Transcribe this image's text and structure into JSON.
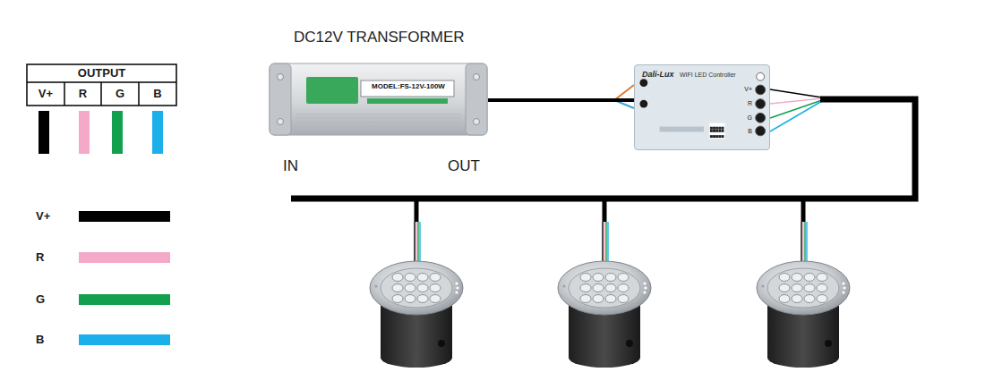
{
  "diagram": {
    "nodes": [
      {
        "text": [
          "DC12V TRANSFORMER",
          "MODEL:FS-12V-100W"
        ]
      },
      {
        "text": [
          "Dali-Lux",
          "WIFI LED Controller"
        ]
      }
    ],
    "edges": [
      {
        "from": 0,
        "to": 1,
        "arrow": "none"
      }
    ],
    "labels": [
      "OUTPUT",
      "V+",
      "R",
      "G",
      "B",
      "IN",
      "OUT",
      "V+",
      "R",
      "G",
      "B"
    ],
    "legend": [
      {
        "text": "V+",
        "color": "#000000"
      },
      {
        "text": "R",
        "color": "#f5a9c9"
      },
      {
        "text": "G",
        "color": "#13a04e"
      },
      {
        "text": "B",
        "color": "#1cb0ea"
      }
    ]
  }
}
